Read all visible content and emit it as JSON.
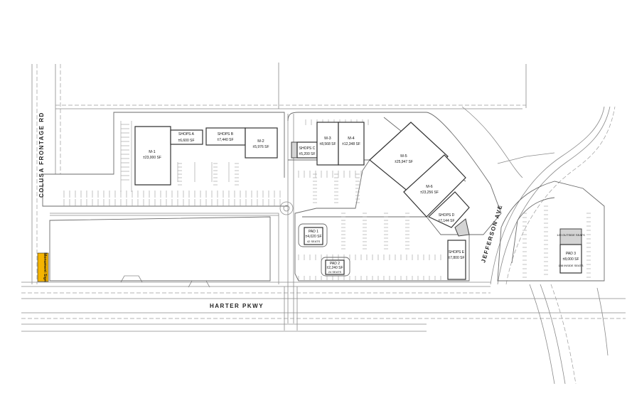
{
  "streets": {
    "colusa": "COLUSA FRONTAGE RD",
    "harter": "HARTER PKWY",
    "jefferson": "JEFFERSON AVE"
  },
  "monument_sign": {
    "label": "Monument Sign",
    "color": "#f5b400"
  },
  "buildings": {
    "m1": {
      "name": "M-1",
      "area": "±23,000 SF"
    },
    "shops_a": {
      "name": "SHOPS A",
      "area": "±6,600 SF"
    },
    "shops_b": {
      "name": "SHOPS B",
      "area": "±7,440 SF"
    },
    "m2": {
      "name": "M-2",
      "area": "±5,976 SF"
    },
    "shops_c": {
      "name": "SHOPS C",
      "area": "±5,200 SF"
    },
    "m3": {
      "name": "M-3",
      "area": "±8,568 SF"
    },
    "m4": {
      "name": "M-4",
      "area": "±12,348 SF"
    },
    "m5": {
      "name": "M-5",
      "area": "±25,947 SF"
    },
    "m6": {
      "name": "M-6",
      "area": "±23,256 SF"
    },
    "shops_d": {
      "name": "SHOPS D",
      "area": "±7,144 SF"
    },
    "shops_e": {
      "name": "SHOPS E",
      "area": "±7,800 SF"
    },
    "pad1": {
      "name": "PAD 1",
      "area": "±4,020 SF",
      "seats": "42 SEATS"
    },
    "pad2": {
      "name": "PAD 2",
      "area": "±2,240 SF",
      "seats": "24 SEATS"
    },
    "pad3": {
      "name": "PAD 3",
      "area": "±8,000 SF",
      "seats_outside": "120 OUTSIDE SEATS",
      "seats_inside": "198 INSIDE SEATS"
    }
  },
  "colors": {
    "building_outline": "#333333",
    "shaded_building": "#d4d4d4",
    "linework": "#8a8a8a"
  }
}
